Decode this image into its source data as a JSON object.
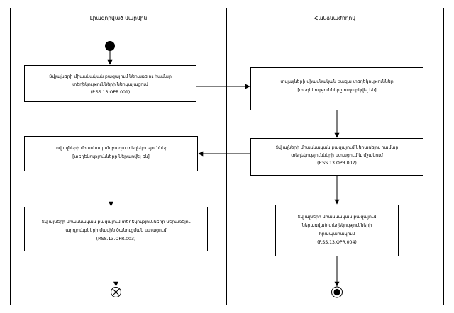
{
  "diagram": {
    "type": "activity-diagram-with-swimlanes",
    "swimlanes": [
      {
        "id": "left",
        "title": "Լիազորված մարմին"
      },
      {
        "id": "right",
        "title": "Հանձնաժողով"
      }
    ],
    "nodes": [
      {
        "id": "start",
        "kind": "initial-node",
        "lane": "left"
      },
      {
        "id": "act1",
        "kind": "action",
        "lane": "left",
        "lines": [
          "Տվյալների միասնական բազայում ներառելու համար",
          "տեղեկությունների ներկայացում",
          "(P.SS.13.OPR.001)"
        ]
      },
      {
        "id": "act2",
        "kind": "action",
        "lane": "right",
        "lines": [
          "տվյալների միասնական բազա տեղեկություններ",
          "[տեղեկությունները ուղարկվել են]"
        ]
      },
      {
        "id": "act3",
        "kind": "action",
        "lane": "right",
        "lines": [
          "Տվյալների միասնական բազայում ներառելու համար",
          "տեղեկությունների ստացում և մշակում",
          "(P.SS.13.OPR.002)"
        ]
      },
      {
        "id": "act4",
        "kind": "action",
        "lane": "left",
        "lines": [
          "տվյալների միասնական բազա տեղեկություններ",
          "[տեղեկությունները ներառվել են]"
        ]
      },
      {
        "id": "act5",
        "kind": "action",
        "lane": "left",
        "lines": [
          "Տվյալների միասնական բազայում տեղեկությունները ներառելու",
          "արդյունքների մասին ծանուցման ստացում",
          "(P.SS.13.OPR.003)"
        ]
      },
      {
        "id": "act6",
        "kind": "action",
        "lane": "right",
        "lines": [
          "Տվյալների միասնական բազայում",
          "ներառված տեղեկությունների",
          "հրապարակում",
          "(P.SS.13.OPR.004)"
        ]
      },
      {
        "id": "end-left",
        "kind": "flow-final-node",
        "lane": "left"
      },
      {
        "id": "end-right",
        "kind": "activity-final-node",
        "lane": "right"
      }
    ],
    "edges": [
      {
        "from": "start",
        "to": "act1"
      },
      {
        "from": "act1",
        "to": "act2"
      },
      {
        "from": "act2",
        "to": "act3"
      },
      {
        "from": "act3",
        "to": "act4"
      },
      {
        "from": "act3",
        "to": "act6"
      },
      {
        "from": "act4",
        "to": "act5"
      },
      {
        "from": "act5",
        "to": "end-left"
      },
      {
        "from": "act6",
        "to": "end-right"
      }
    ],
    "colors": {
      "stroke": "#000000",
      "fill": "#ffffff",
      "text": "#000000"
    }
  }
}
